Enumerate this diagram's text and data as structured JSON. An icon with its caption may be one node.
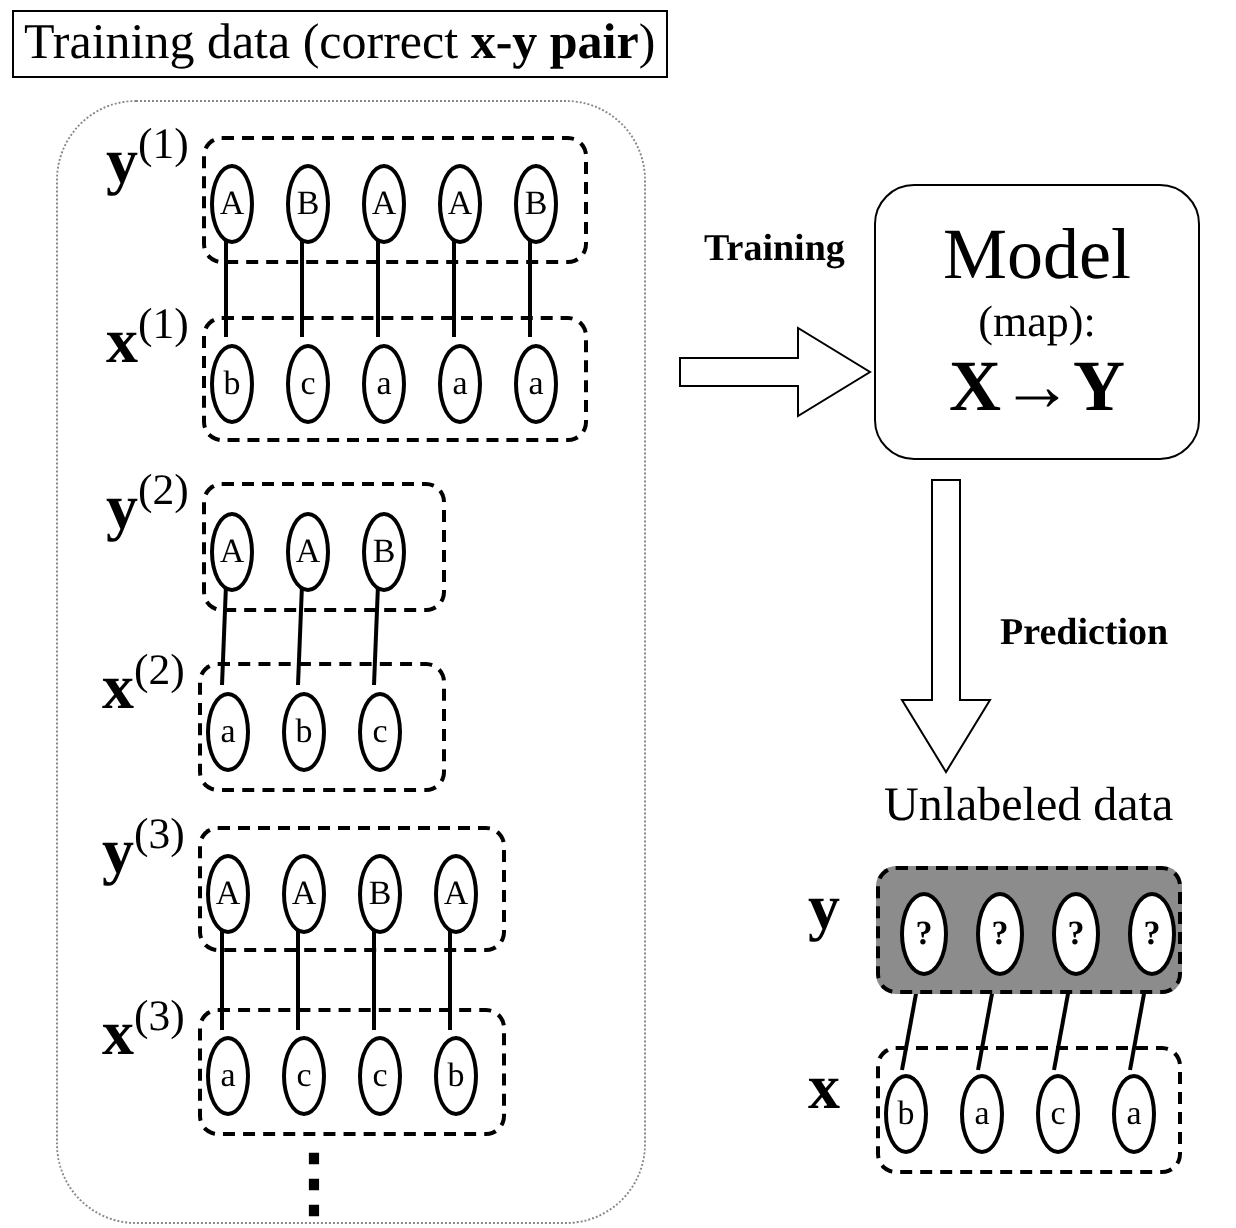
{
  "diagram": {
    "nodes": [
      {
        "text": [
          "Training data (correct **x-y pair**)"
        ]
      },
      {
        "text": [
          "**y**$^{(1)}$"
        ],
        "in": 0
      },
      {
        "text": [
          "A"
        ],
        "in": 1
      },
      {
        "text": [
          "B"
        ],
        "in": 1
      },
      {
        "text": [
          "A"
        ],
        "in": 1
      },
      {
        "text": [
          "A"
        ],
        "in": 1
      },
      {
        "text": [
          "B"
        ],
        "in": 1
      },
      {
        "text": [
          "**x**$^{(1)}$"
        ],
        "in": 0
      },
      {
        "text": [
          "b"
        ],
        "in": 7
      },
      {
        "text": [
          "c"
        ],
        "in": 7
      },
      {
        "text": [
          "a"
        ],
        "in": 7
      },
      {
        "text": [
          "a"
        ],
        "in": 7
      },
      {
        "text": [
          "a"
        ],
        "in": 7
      },
      {
        "text": [
          "**y**$^{(2)}$"
        ],
        "in": 0
      },
      {
        "text": [
          "A"
        ],
        "in": 13
      },
      {
        "text": [
          "A"
        ],
        "in": 13
      },
      {
        "text": [
          "B"
        ],
        "in": 13
      },
      {
        "text": [
          "**x**$^{(2)}$"
        ],
        "in": 0
      },
      {
        "text": [
          "a"
        ],
        "in": 17
      },
      {
        "text": [
          "b"
        ],
        "in": 17
      },
      {
        "text": [
          "c"
        ],
        "in": 17
      },
      {
        "text": [
          "**y**$^{(3)}$"
        ],
        "in": 0
      },
      {
        "text": [
          "A"
        ],
        "in": 21
      },
      {
        "text": [
          "A"
        ],
        "in": 21
      },
      {
        "text": [
          "B"
        ],
        "in": 21
      },
      {
        "text": [
          "A"
        ],
        "in": 21
      },
      {
        "text": [
          "**x**$^{(3)}$"
        ],
        "in": 0
      },
      {
        "text": [
          "a"
        ],
        "in": 26
      },
      {
        "text": [
          "c"
        ],
        "in": 26
      },
      {
        "text": [
          "c"
        ],
        "in": 26
      },
      {
        "text": [
          "b"
        ],
        "in": 26
      },
      {
        "text": [
          "Model",
          "(map):",
          "X→Y"
        ]
      },
      {
        "text": [
          "Unlabeled data"
        ]
      },
      {
        "text": [
          "y"
        ]
      },
      {
        "text": [
          "?"
        ],
        "in": 33
      },
      {
        "text": [
          "?"
        ],
        "in": 33
      },
      {
        "text": [
          "?"
        ],
        "in": 33
      },
      {
        "text": [
          "?"
        ],
        "in": 33
      },
      {
        "text": [
          "x"
        ]
      },
      {
        "text": [
          "b"
        ],
        "in": 38
      },
      {
        "text": [
          "a"
        ],
        "in": 38
      },
      {
        "text": [
          "c"
        ],
        "in": 38
      },
      {
        "text": [
          "a"
        ],
        "in": 38
      }
    ],
    "edges": [
      {
        "from": 2,
        "to": 8,
        "arrow": "none"
      },
      {
        "from": 3,
        "to": 9,
        "arrow": "none"
      },
      {
        "from": 4,
        "to": 10,
        "arrow": "none"
      },
      {
        "from": 5,
        "to": 11,
        "arrow": "none"
      },
      {
        "from": 6,
        "to": 12,
        "arrow": "none"
      },
      {
        "from": 14,
        "to": 18,
        "arrow": "none"
      },
      {
        "from": 15,
        "to": 19,
        "arrow": "none"
      },
      {
        "from": 16,
        "to": 20,
        "arrow": "none"
      },
      {
        "from": 22,
        "to": 27,
        "arrow": "none"
      },
      {
        "from": 23,
        "to": 28,
        "arrow": "none"
      },
      {
        "from": 24,
        "to": 29,
        "arrow": "none"
      },
      {
        "from": 25,
        "to": 30,
        "arrow": "none"
      },
      {
        "from": 0,
        "to": 31,
        "arrow": "to",
        "label": "Training",
        "style": "thick"
      },
      {
        "from": 31,
        "to": 32,
        "arrow": "to",
        "label": "Prediction",
        "style": "thick"
      },
      {
        "from": 34,
        "to": 39,
        "arrow": "none"
      },
      {
        "from": 35,
        "to": 40,
        "arrow": "none"
      },
      {
        "from": 36,
        "to": 41,
        "arrow": "none"
      },
      {
        "from": 37,
        "to": 42,
        "arrow": "none"
      }
    ],
    "labels": [
      "⋮"
    ]
  }
}
